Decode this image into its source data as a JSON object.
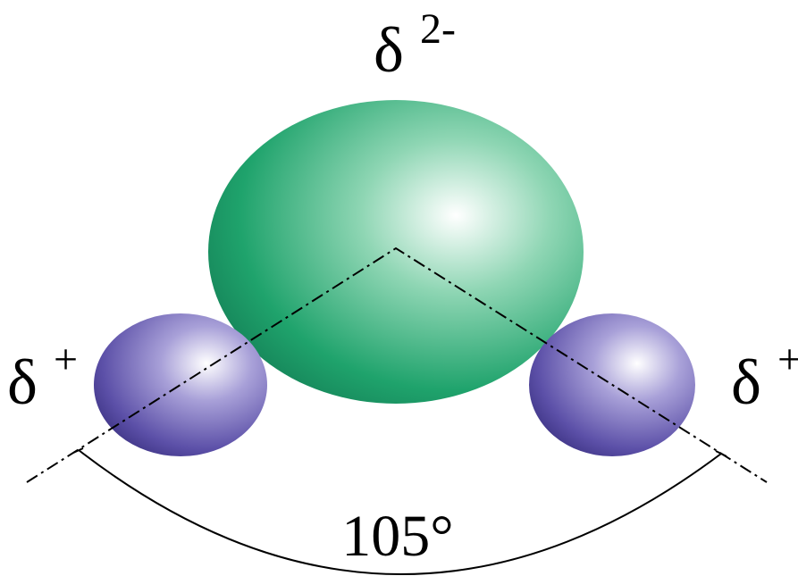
{
  "labels": {
    "oxygen_charge": {
      "base": "δ",
      "superscript": "2-"
    },
    "hydrogen_left_charge": {
      "base": "δ",
      "superscript": "+"
    },
    "hydrogen_right_charge": {
      "base": "δ",
      "superscript": "+"
    },
    "bond_angle": "105°"
  },
  "colors": {
    "oxygen_highlight": "#ffffff",
    "oxygen_mid": "#8fd6b4",
    "oxygen_base": "#1fa36c",
    "oxygen_edge": "#16865a",
    "hydrogen_highlight": "#ffffff",
    "hydrogen_mid": "#a8a0d8",
    "hydrogen_base": "#5c50a8",
    "hydrogen_edge": "#3e3485",
    "line": "#000000"
  }
}
